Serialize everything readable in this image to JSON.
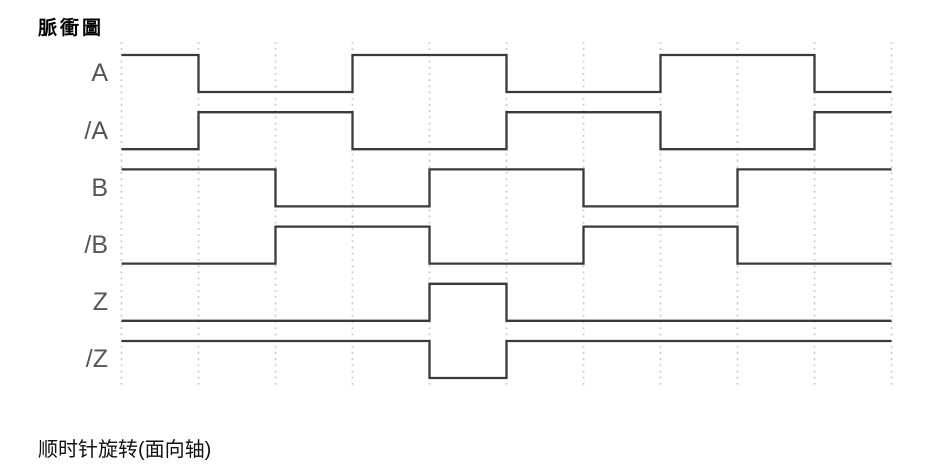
{
  "page": {
    "title": "脈衝圖",
    "caption": "顺时针旋转(面向轴)"
  },
  "colors": {
    "background": "#ffffff",
    "waveform": "#3a3a3a",
    "gridline": "#c9c9c9",
    "signal_label": "#565656",
    "title": "#000000",
    "caption": "#111111"
  },
  "chart_data": {
    "type": "timing-diagram",
    "title": "脈衝圖",
    "caption": "顺时针旋转(面向轴)",
    "x_axis": {
      "start": 0,
      "end": 10,
      "gridlines_at": [
        0,
        1,
        2,
        3,
        4,
        5,
        6,
        7,
        8,
        9,
        10
      ],
      "grid_style": "dotted"
    },
    "signal_levels": {
      "high": 1,
      "low": 0
    },
    "signals": [
      {
        "label": "A",
        "initial_level": 1,
        "transitions_at": [
          1,
          3,
          5,
          7,
          9
        ],
        "levels_per_unit": [
          1,
          0,
          0,
          1,
          1,
          0,
          0,
          1,
          1,
          0
        ]
      },
      {
        "label": "/A",
        "initial_level": 0,
        "transitions_at": [
          1,
          3,
          5,
          7,
          9
        ],
        "levels_per_unit": [
          0,
          1,
          1,
          0,
          0,
          1,
          1,
          0,
          0,
          1
        ]
      },
      {
        "label": "B",
        "initial_level": 1,
        "transitions_at": [
          2,
          4,
          6,
          8
        ],
        "levels_per_unit": [
          1,
          1,
          0,
          0,
          1,
          1,
          0,
          0,
          1,
          1
        ]
      },
      {
        "label": "/B",
        "initial_level": 0,
        "transitions_at": [
          2,
          4,
          6,
          8
        ],
        "levels_per_unit": [
          0,
          0,
          1,
          1,
          0,
          0,
          1,
          1,
          0,
          0
        ]
      },
      {
        "label": "Z",
        "initial_level": 0,
        "transitions_at": [
          4,
          5
        ],
        "levels_per_unit": [
          0,
          0,
          0,
          0,
          1,
          0,
          0,
          0,
          0,
          0
        ]
      },
      {
        "label": "/Z",
        "initial_level": 1,
        "transitions_at": [
          4,
          5
        ],
        "levels_per_unit": [
          1,
          1,
          1,
          1,
          0,
          1,
          1,
          1,
          1,
          1
        ]
      }
    ]
  }
}
